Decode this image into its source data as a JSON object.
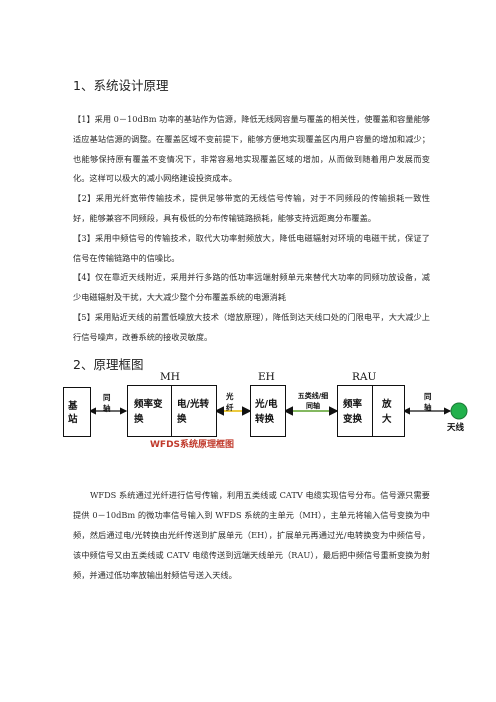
{
  "section1": {
    "title": "1、系统设计原理"
  },
  "items": [
    "【1】采用 0－10dBm 功率的基站作为信源，降低无线网容量与覆盖的相关性，使覆盖和容量能够适应基站信源的调整。在覆盖区域不变前提下，能够方便地实现覆盖区内用户容量的增加和减少；也能够保持原有覆盖不变情况下，非常容易地实现覆盖区域的增加，从而做到随着用户发展而变化。这样可以极大的减小网络建设投资成本。",
    "【2】采用光纤宽带传输技术，提供足够带宽的无线信号传输，对于不同频段的传输损耗一致性好，能够兼容不同频段，具有极低的分布传输链路损耗，能够支持远距离分布覆盖。",
    "【3】采用中频信号的传输技术，取代大功率射频放大，降低电磁辐射对环境的电磁干扰，保证了信号在传输链路中的信噪比。",
    "【4】仅在靠近天线附近，采用并行多路的低功率远端射频单元来替代大功率的同频功放设备，减少电磁辐射及干扰，大大减少整个分布覆盖系统的电源消耗",
    "【5】采用贴近天线的前置低噪放大技术（增放原理），降低到达天线口处的门限电平，大大减少上行信号噪声，改善系统的接收灵敏度。"
  ],
  "section2": {
    "title": "2、原理框图"
  },
  "diagram": {
    "base_station": "基站",
    "coax_left": "同轴",
    "group_mh": "MH",
    "mh_cell1": "频率变换",
    "mh_cell2": "电/光转换",
    "fiber": "光纤",
    "group_eh": "EH",
    "eh_cell": "光/电转换",
    "cat5": "五类线/细同轴",
    "group_rau": "RAU",
    "rau_cell1": "频率变换",
    "rau_cell2": "放大",
    "coax_right": "同轴",
    "antenna": "天线",
    "caption": "WFDS系统原理框图",
    "colors": {
      "fiber_line": "#e6b800",
      "cat5_line": "#5aa02c",
      "antenna_fill": "#22b14c",
      "caption": "#c0392b"
    }
  },
  "paragraph": "WFDS 系统通过光纤进行信号传输，利用五类线或 CATV 电缆实现信号分布。信号源只需要提供 0－10dBm 的微功率信号输入到 WFDS 系统的主单元（MH），主单元将输入信号变换为中频，然后通过电/光转换由光纤传送到扩展单元（EH），扩展单元再通过光/电转换变为中频信号，该中频信号又由五类线或 CATV 电缆传送到远端天线单元（RAU），最后把中频信号重新变换为射频，并通过低功率放输出射频信号送入天线。"
}
